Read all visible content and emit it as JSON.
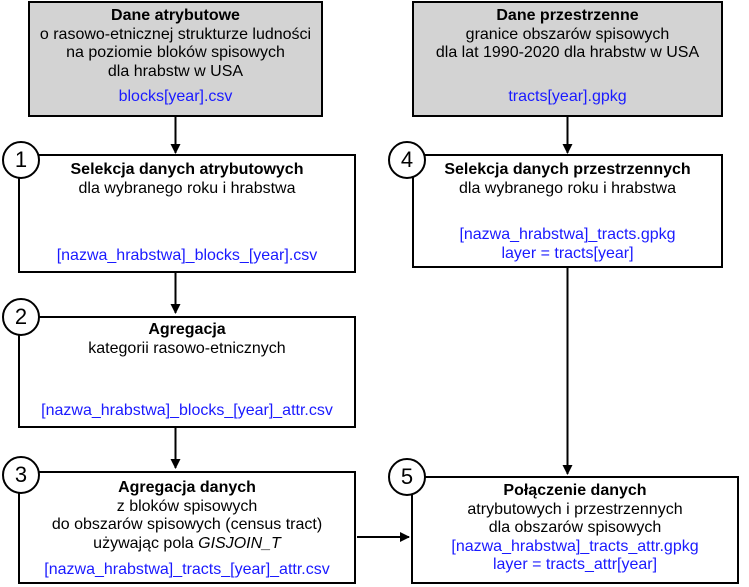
{
  "colors": {
    "input_fill": "#d3d3d3",
    "filename_text": "#1a1aff",
    "border": "#000000"
  },
  "inputs": {
    "attr": {
      "title": "Dane atrybutowe",
      "lines": [
        "o rasowo-etnicznej strukturze ludności",
        "na poziomie bloków spisowych",
        "dla hrabstw w USA"
      ],
      "file": "blocks[year].csv"
    },
    "spatial": {
      "title": "Dane przestrzenne",
      "lines": [
        "granice obszarów spisowych",
        "dla lat 1990-2020 dla hrabstw w USA"
      ],
      "file": "tracts[year].gpkg"
    }
  },
  "steps": [
    {
      "number": "1",
      "title": "Selekcja danych atrybutowych",
      "lines": [
        "dla wybranego roku i hrabstwa"
      ],
      "files": [
        "[nazwa_hrabstwa]_blocks_[year].csv"
      ]
    },
    {
      "number": "2",
      "title": "Agregacja",
      "lines": [
        "kategorii rasowo-etnicznych"
      ],
      "files": [
        "[nazwa_hrabstwa]_blocks_[year]_attr.csv"
      ]
    },
    {
      "number": "3",
      "title": "Agregacja danych",
      "lines": [
        "z bloków spisowych",
        "do obszarów spisowych (census tract)"
      ],
      "line_pre": "używając pola ",
      "line_em": "GISJOIN_T",
      "files": [
        "[nazwa_hrabstwa]_tracts_[year]_attr.csv"
      ]
    },
    {
      "number": "4",
      "title": "Selekcja danych przestrzennych",
      "lines": [
        "dla wybranego roku i hrabstwa"
      ],
      "files": [
        "[nazwa_hrabstwa]_tracts.gpkg",
        "layer = tracts[year]"
      ]
    },
    {
      "number": "5",
      "title": "Połączenie danych",
      "lines": [
        "atrybutowych i przestrzennych",
        "dla obszarów spisowych"
      ],
      "files": [
        "[nazwa_hrabstwa]_tracts_attr.gpkg",
        "layer = tracts_attr[year]"
      ]
    }
  ]
}
